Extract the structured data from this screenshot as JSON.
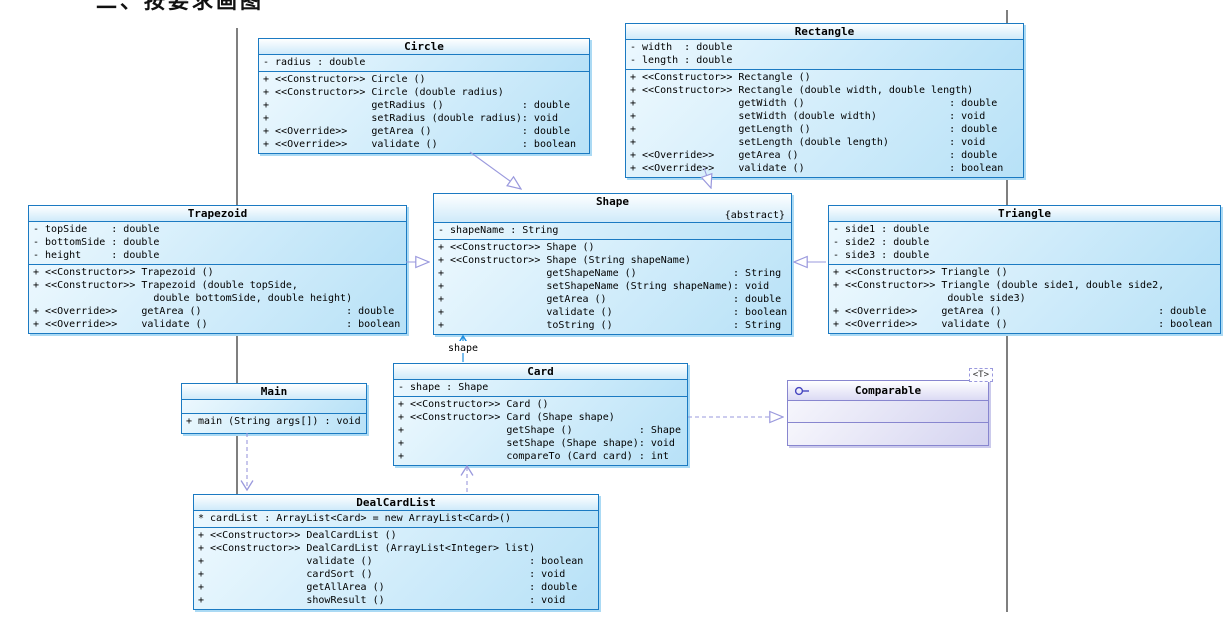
{
  "header_fragment": "二、按要求画图",
  "colors": {
    "class_border": "#1b7ac2",
    "class_fill_light": "#ecf8fe",
    "class_fill_dark": "#b7e1f7",
    "interface_border": "#8886cf",
    "relation_lavender": "#9a99dd",
    "association_blue": "#1f8fe0",
    "page_line_gray": "#5f5f5f"
  },
  "labels": {
    "shape_association": "shape"
  },
  "relationships": [
    {
      "type": "inheritance",
      "from": "Circle",
      "to": "Shape"
    },
    {
      "type": "inheritance",
      "from": "Rectangle",
      "to": "Shape"
    },
    {
      "type": "inheritance",
      "from": "Trapezoid",
      "to": "Shape"
    },
    {
      "type": "inheritance",
      "from": "Triangle",
      "to": "Shape"
    },
    {
      "type": "association",
      "from": "Card",
      "to": "Shape",
      "label": "shape"
    },
    {
      "type": "dependency",
      "from": "DealCardList",
      "to": "Card"
    },
    {
      "type": "dependency",
      "from": "Main",
      "to": "DealCardList"
    },
    {
      "type": "realization",
      "from": "Card",
      "to": "Comparable"
    }
  ],
  "classes": {
    "circle": {
      "title": "Circle",
      "attributes": [
        "- radius : double"
      ],
      "methods": [
        "+ <<Constructor>> Circle ()",
        "+ <<Constructor>> Circle (double radius)",
        "+                 getRadius ()             : double",
        "+                 setRadius (double radius): void",
        "+ <<Override>>    getArea ()               : double",
        "+ <<Override>>    validate ()              : boolean"
      ]
    },
    "rectangle": {
      "title": "Rectangle",
      "attributes": [
        "- width  : double",
        "- length : double"
      ],
      "methods": [
        "+ <<Constructor>> Rectangle ()",
        "+ <<Constructor>> Rectangle (double width, double length)",
        "+                 getWidth ()                        : double",
        "+                 setWidth (double width)            : void",
        "+                 getLength ()                       : double",
        "+                 setLength (double length)          : void",
        "+ <<Override>>    getArea ()                         : double",
        "+ <<Override>>    validate ()                        : boolean"
      ]
    },
    "trapezoid": {
      "title": "Trapezoid",
      "attributes": [
        "- topSide    : double",
        "- bottomSide : double",
        "- height     : double"
      ],
      "methods": [
        "+ <<Constructor>> Trapezoid ()",
        "+ <<Constructor>> Trapezoid (double topSide,",
        "                    double bottomSide, double height)",
        "+ <<Override>>    getArea ()                        : double",
        "+ <<Override>>    validate ()                       : boolean"
      ]
    },
    "shape": {
      "title": "Shape",
      "stereotype": "{abstract}",
      "attributes": [
        "- shapeName : String"
      ],
      "methods": [
        "+ <<Constructor>> Shape ()",
        "+ <<Constructor>> Shape (String shapeName)",
        "+                 getShapeName ()                : String",
        "+                 setShapeName (String shapeName): void",
        "+                 getArea ()                     : double",
        "+                 validate ()                    : boolean",
        "+                 toString ()                    : String"
      ]
    },
    "triangle": {
      "title": "Triangle",
      "attributes": [
        "- side1 : double",
        "- side2 : double",
        "- side3 : double"
      ],
      "methods": [
        "+ <<Constructor>> Triangle ()",
        "+ <<Constructor>> Triangle (double side1, double side2,",
        "                   double side3)",
        "+ <<Override>>    getArea ()                          : double",
        "+ <<Override>>    validate ()                         : boolean"
      ]
    },
    "main": {
      "title": "Main",
      "attributes": [],
      "methods": [
        "+ main (String args[]) : void"
      ]
    },
    "card": {
      "title": "Card",
      "attributes": [
        "- shape : Shape"
      ],
      "methods": [
        "+ <<Constructor>> Card ()",
        "+ <<Constructor>> Card (Shape shape)",
        "+                 getShape ()           : Shape",
        "+                 setShape (Shape shape): void",
        "+                 compareTo (Card card) : int"
      ]
    },
    "comparable": {
      "title": "Comparable",
      "generic_tag": "<T>",
      "attributes": [],
      "methods": []
    },
    "dealcardlist": {
      "title": "DealCardList",
      "attributes": [
        "* cardList : ArrayList<Card> = new ArrayList<Card>()"
      ],
      "methods": [
        "+ <<Constructor>> DealCardList ()",
        "+ <<Constructor>> DealCardList (ArrayList<Integer> list)",
        "+                 validate ()                          : boolean",
        "+                 cardSort ()                          : void",
        "+                 getAllArea ()                        : double",
        "+                 showResult ()                        : void"
      ]
    }
  }
}
